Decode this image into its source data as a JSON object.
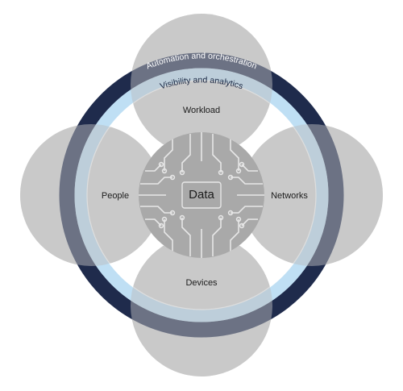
{
  "rings": {
    "outer_label": "Automation and orchestration",
    "inner_label": "Visibility and analytics"
  },
  "pillars": {
    "top": "Workload",
    "left": "People",
    "right": "Networks",
    "bottom": "Devices"
  },
  "center": {
    "label": "Data"
  },
  "colors": {
    "outer_ring": "#1f2b4c",
    "inner_ring": "#a9d4f0",
    "pillar_fill": "#c9c9c9",
    "center_fill": "#a9a9a9",
    "circuit": "#f2f2f2"
  }
}
